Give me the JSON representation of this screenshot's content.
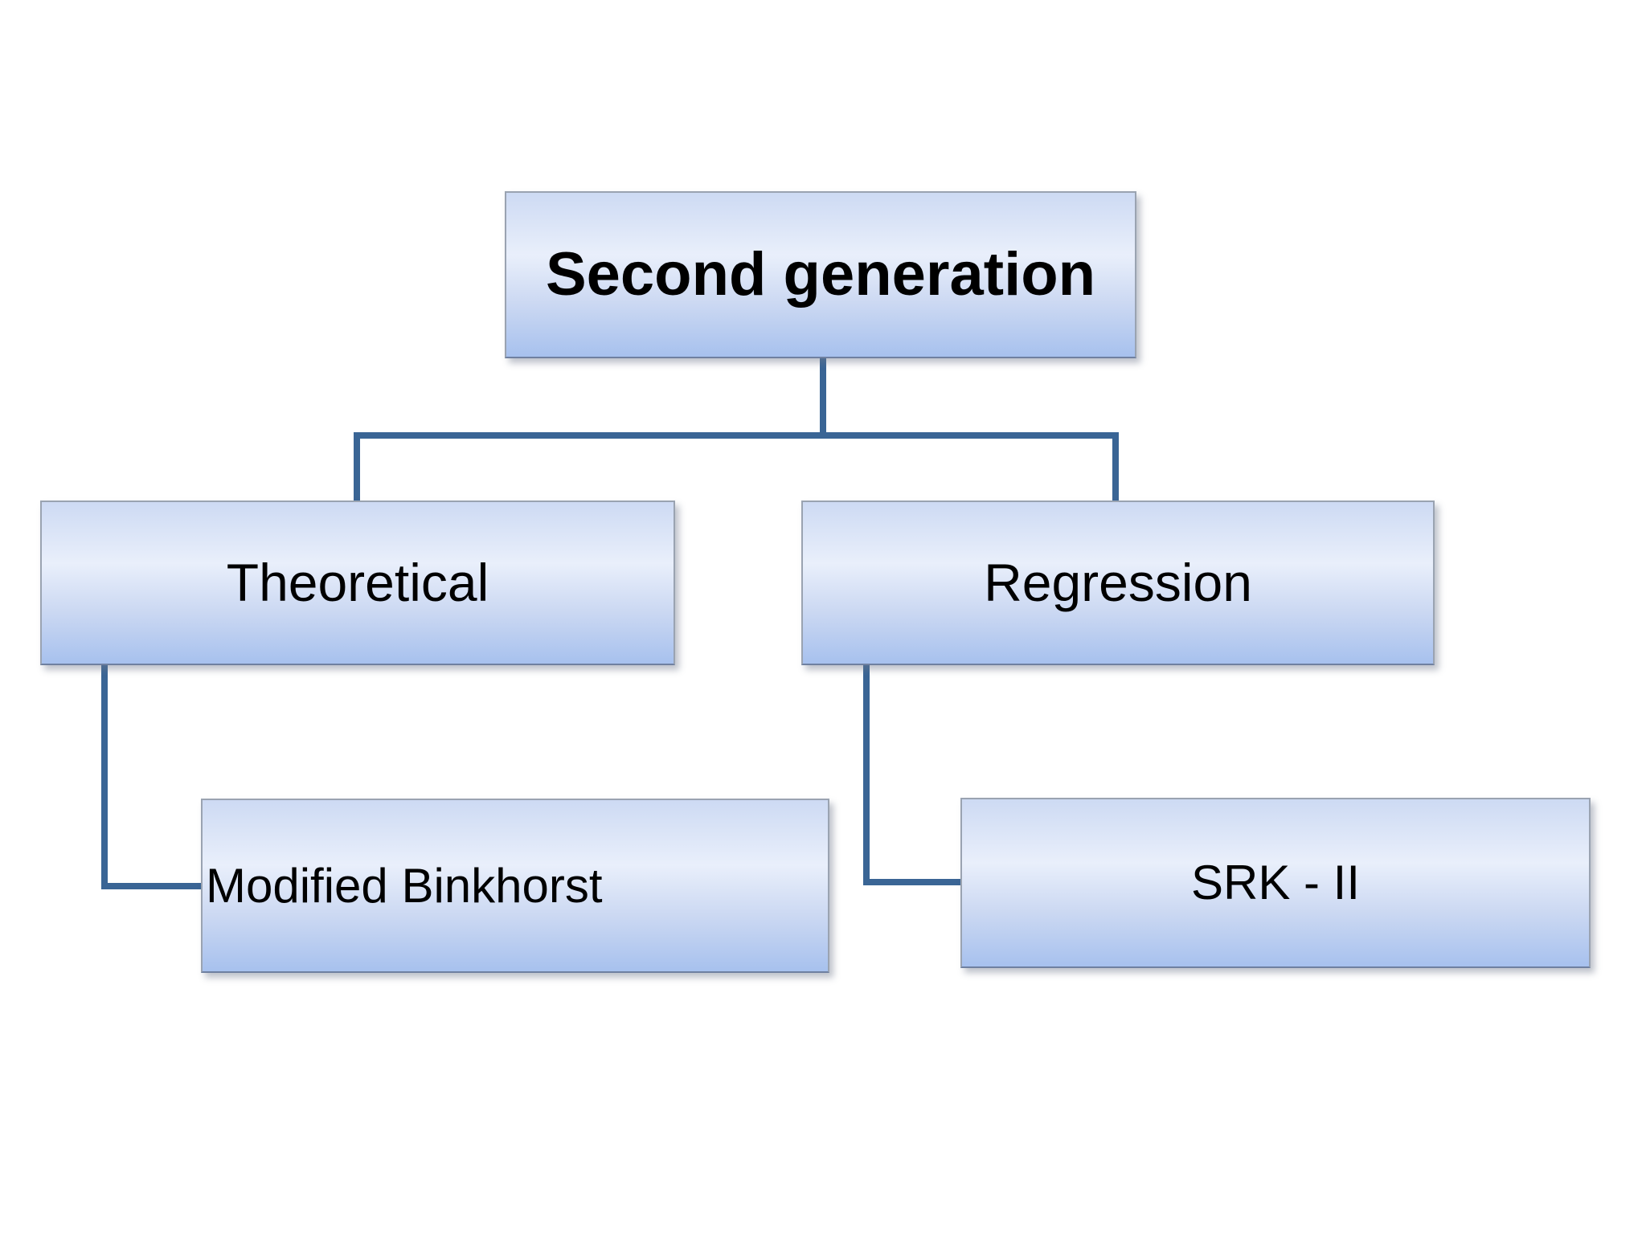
{
  "diagram": {
    "kind": "hierarchy-flowchart",
    "root": {
      "id": "second-generation",
      "label": "Second generation"
    },
    "children": [
      {
        "id": "theoretical",
        "label": "Theoretical",
        "children": [
          {
            "id": "modified-binkhorst",
            "label": "Modified Binkhorst"
          }
        ]
      },
      {
        "id": "regression",
        "label": "Regression",
        "children": [
          {
            "id": "srk-ii",
            "label": "SRK - II"
          }
        ]
      }
    ],
    "colors": {
      "box_fill_top": "#cddaf3",
      "box_fill_highlight": "#e9effb",
      "box_fill_bottom": "#a7c1ee",
      "box_border": "#9aa3b1",
      "connector": "#3a6595",
      "text": "#000000",
      "background": "#ffffff"
    }
  }
}
